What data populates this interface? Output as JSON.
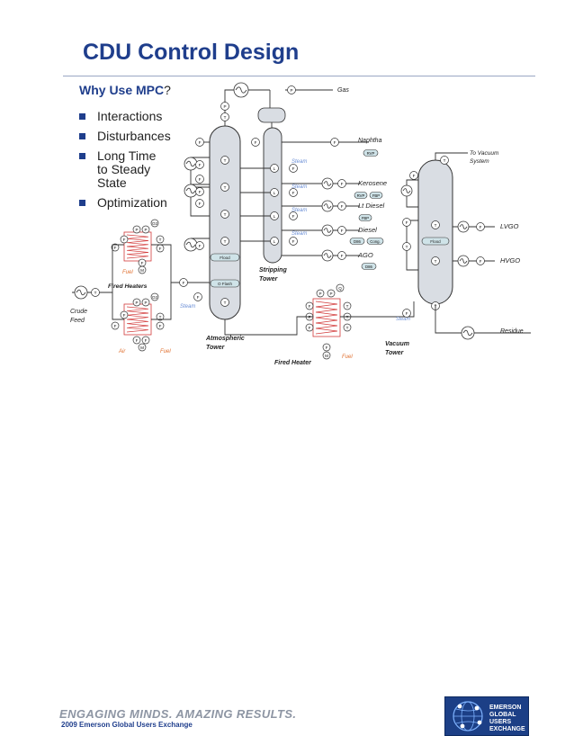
{
  "slide": {
    "title": "CDU Control Design",
    "subtitle": "Why Use MPC",
    "subtitle_mark": "?",
    "bullets": [
      [
        "Interactions"
      ],
      [
        "Disturbances"
      ],
      [
        "Long Time",
        "to Steady",
        "State"
      ],
      [
        "Optimization"
      ]
    ]
  },
  "labels": {
    "gas": "Gas",
    "naphtha": "Naphtha",
    "kerosene": "Kerosene",
    "lt_diesel": "Lt Diesel",
    "diesel": "Diesel",
    "ago": "AGO",
    "to_vacuum": "To Vacuum",
    "system": "System",
    "lvgo": "LVGO",
    "hvgo": "HVGO",
    "residue": "Residue",
    "stripping": "Stripping",
    "tower": "Tower",
    "fired_heaters": "Fired Heaters",
    "fired_heater": "Fired Heater",
    "atmospheric": "Atmospheric",
    "vacuum": "Vacuum",
    "crude": "Crude",
    "feed": "Feed",
    "steam": "Steam",
    "fuel": "Fuel",
    "air": "Air",
    "flood": "Flood",
    "o_flash": "O Flash",
    "rvp": "RVP",
    "fbp": "FBP",
    "d86": "D86",
    "cong": "Cong."
  },
  "instruments": {
    "f": "F",
    "t": "T",
    "p": "P",
    "l": "L",
    "q": "Q",
    "o2": "O2",
    "m": "M",
    "co": "CO"
  },
  "footer": {
    "tagline": "ENGAGING MINDS. AMAZING RESULTS.",
    "event": "2009 Emerson Global Users Exchange",
    "logo_lines": [
      "EMERSON",
      "GLOBAL",
      "USERS",
      "EXCHANGE"
    ]
  },
  "colors": {
    "title_blue": "#1f3e8c",
    "steam_blue": "#6b8fd6",
    "fuel_orange": "#e07030",
    "heater_red": "#d23a3a",
    "vessel_fill": "#d9dde3",
    "analyzer_fill": "#cfe3e8"
  }
}
